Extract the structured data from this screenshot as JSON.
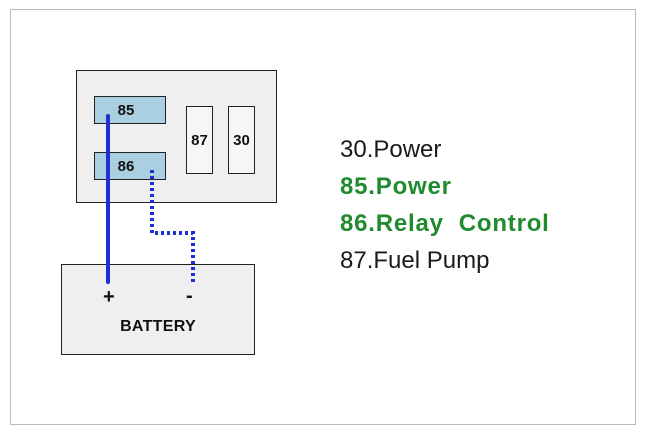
{
  "relay": {
    "pins": {
      "p85": "85",
      "p86": "86",
      "p87": "87",
      "p30": "30"
    }
  },
  "battery": {
    "label": "BATTERY",
    "positive": "+",
    "negative": "-"
  },
  "wires": {
    "positive_color": "#1f2fd6",
    "negative_color": "#1f2fd6",
    "negative_style": "dotted"
  },
  "legend": {
    "accent_color": "#1f8a2e",
    "items": [
      {
        "text": "30.Power",
        "highlight": false
      },
      {
        "text": "85.Power",
        "highlight": true
      },
      {
        "text": "86.Relay  Control",
        "highlight": true
      },
      {
        "text": "87.Fuel Pump",
        "highlight": false
      }
    ]
  }
}
